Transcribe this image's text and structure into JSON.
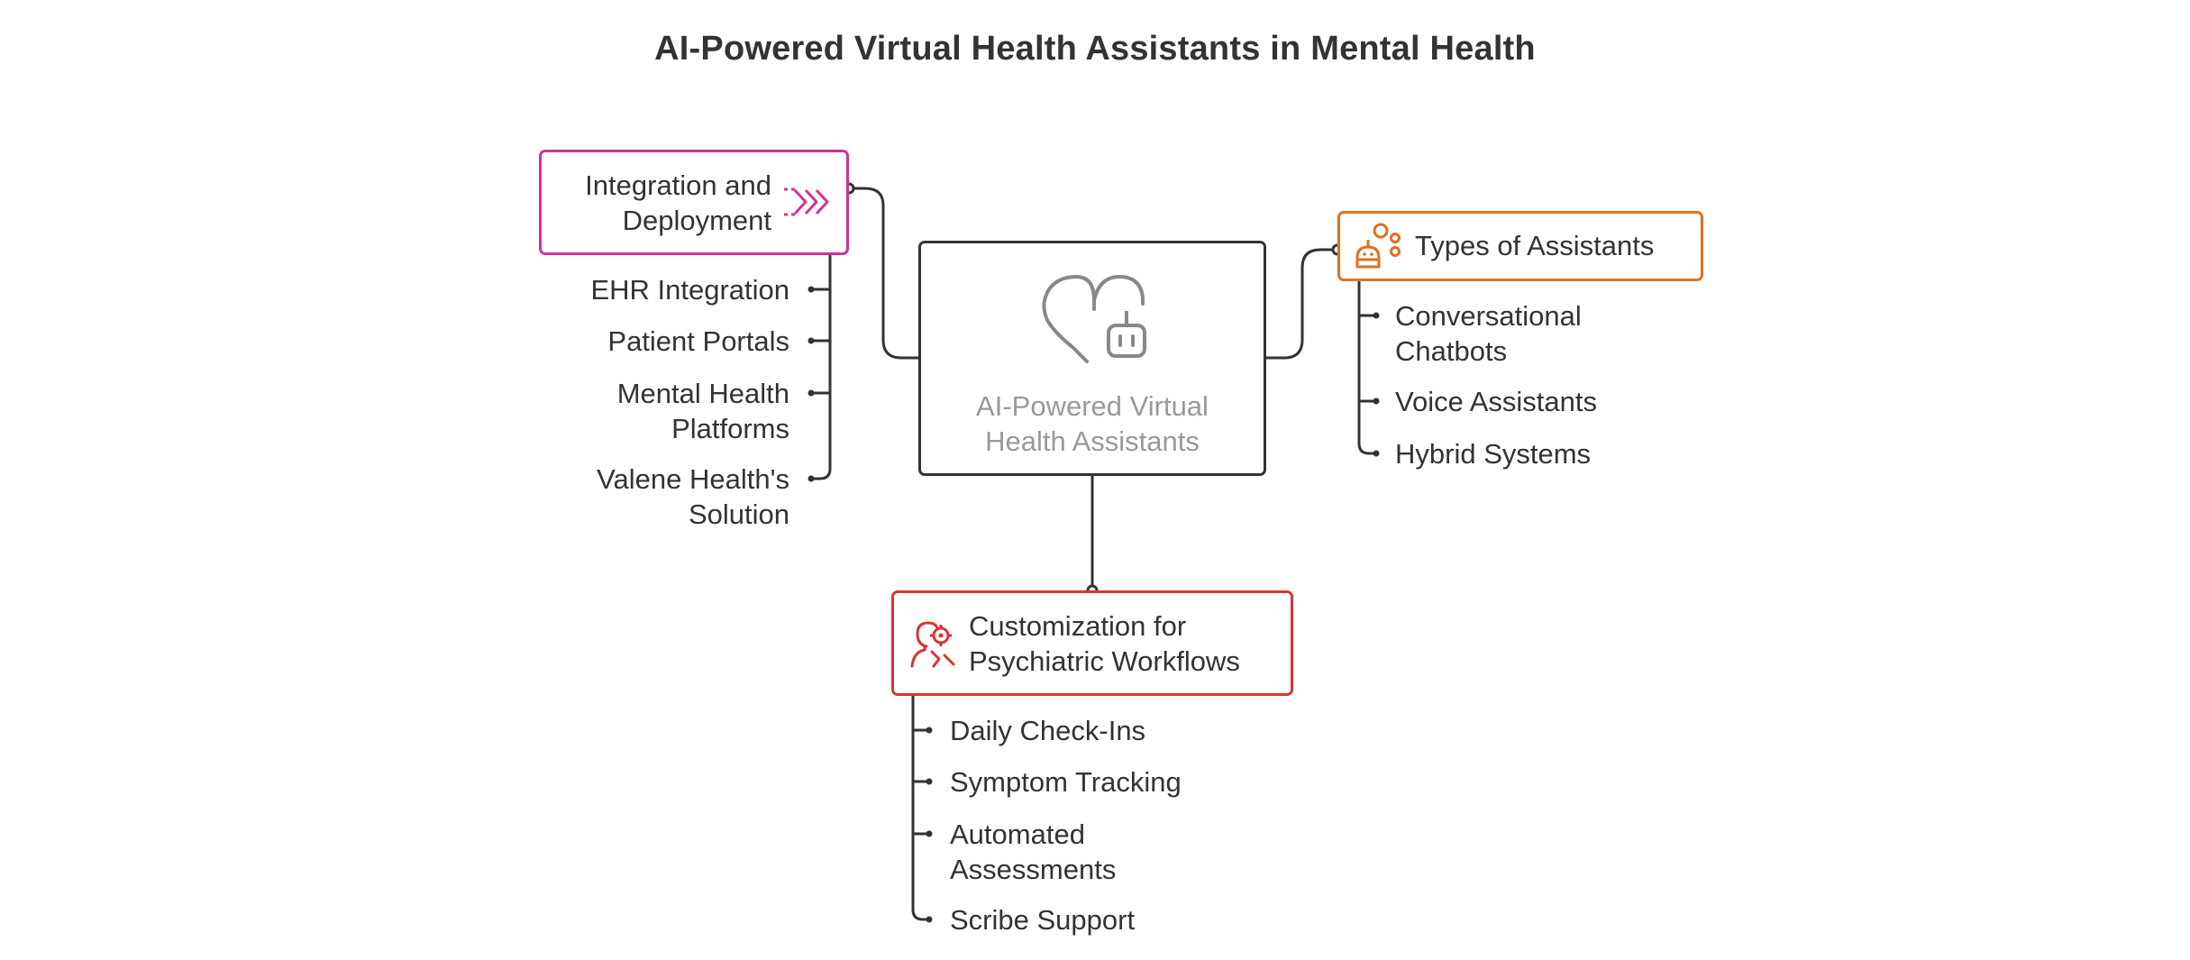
{
  "title": "AI-Powered Virtual Health Assistants in Mental Health",
  "center": {
    "line1": "AI-Powered Virtual",
    "line2": "Health Assistants",
    "icon": "heart-robot-icon"
  },
  "integration": {
    "line1": "Integration and",
    "line2": "Deployment",
    "icon": "chevrons-right-icon",
    "color": "#cc3399",
    "items": [
      {
        "line1": "EHR Integration",
        "line2": ""
      },
      {
        "line1": "Patient Portals",
        "line2": ""
      },
      {
        "line1": "Mental Health",
        "line2": "Platforms"
      },
      {
        "line1": "Valene Health's",
        "line2": "Solution"
      }
    ]
  },
  "types": {
    "label": "Types of Assistants",
    "icon": "robot-ideas-icon",
    "color": "#e07020",
    "items": [
      {
        "line1": "Conversational",
        "line2": "Chatbots"
      },
      {
        "line1": "Voice Assistants",
        "line2": ""
      },
      {
        "line1": "Hybrid Systems",
        "line2": ""
      }
    ]
  },
  "customization": {
    "line1": "Customization for",
    "line2": "Psychiatric Workflows",
    "icon": "person-gear-icon",
    "color": "#dd3333",
    "items": [
      {
        "line1": "Daily Check-Ins",
        "line2": ""
      },
      {
        "line1": "Symptom Tracking",
        "line2": ""
      },
      {
        "line1": "Automated",
        "line2": "Assessments"
      },
      {
        "line1": "Scribe Support",
        "line2": ""
      }
    ]
  }
}
